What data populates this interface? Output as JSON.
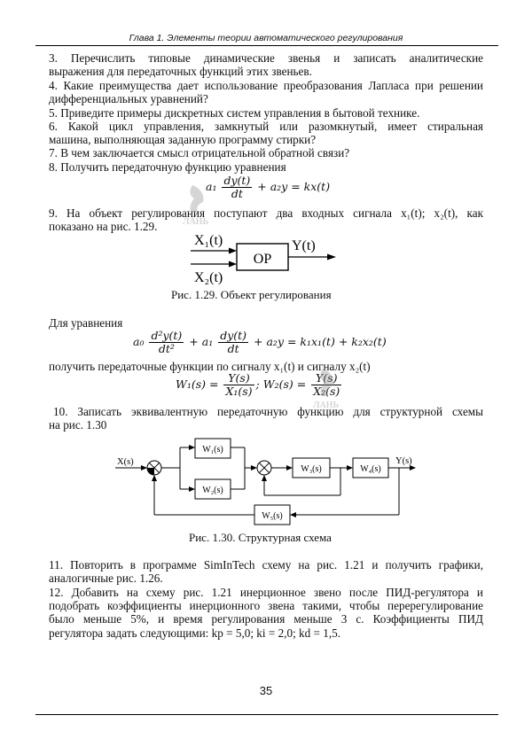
{
  "header": "Глава 1. Элементы теории автоматического регулирования",
  "lines": {
    "l1": "3. Перечислить типовые динамические звенья и записать аналитические",
    "l2": "выражения для передаточных функций этих звеньев.",
    "l3": "4. Какие преимущества дает использование преобразования Лапласа при решении",
    "l4": "дифференциальных уравнений?",
    "l5": "5. Приведите примеры дискретных систем управления в бытовой технике.",
    "l6": "6. Какой цикл управления, замкнутый или разомкнутый, имеет стиральная",
    "l7": "машина, выполняющая заданную программу стирки?",
    "l8": "7. В чем заключается смысл отрицательной обратной связи?",
    "l9": "8. Получить передаточную функцию уравнения",
    "l10": "9. На объект регулирования поступают два входных сигнала x₁(t); x₂(t), как",
    "l11": "показано на рис. 1.29.",
    "l12": "Для уравнения",
    "l13": "получить передаточные функции по сигналу x₁(t) и сигналу x₂(t)",
    "l14": "10. Записать эквивалентную передаточную функцию для структурной схемы",
    "l15": "на рис. 1.30",
    "l16": "11. Повторить в программе SimInTech схему на рис. 1.21 и получить графики,",
    "l17": "аналогичные рис. 1.26.",
    "l18": "12. Добавить на схему рис. 1.21 инерционное звено после ПИД-регулятора и",
    "l19": "подобрать коэффициенты инерционного звена такими, чтобы перерегулирование",
    "l20": "было меньше 5%, и время регулирования меньше 3 с. Коэффициенты ПИД",
    "l21": "регулятора задать следующими: kp = 5,0; ki = 2,0; kd = 1,5."
  },
  "formula1": {
    "a1": "a₁",
    "num": "dy(t)",
    "den": "dt",
    "rest": "+ a₂y = kx(t)"
  },
  "formula2": {
    "a0": "a₀",
    "num0": "d²y(t)",
    "den0": "dt²",
    "a1": "+ a₁",
    "num1": "dy(t)",
    "den1": "dt",
    "rest": "+ a₂y = k₁x₁(t) + k₂x₂(t)"
  },
  "formula3": {
    "w1": "W₁(s) =",
    "num1": "Y(s)",
    "den1": "X₁(s)",
    "sep": ";",
    "w2": "W₂(s) =",
    "num2": "Y(s)",
    "den2": "X₂(s)"
  },
  "fig129": {
    "x1": "X₁(t)",
    "x2": "X₂(t)",
    "block": "OP",
    "y": "Y(t)",
    "caption": "Рис. 1.29. Объект регулирования"
  },
  "fig130": {
    "input": "X(s)",
    "output": "Y(s)",
    "w1": "W₁(s)",
    "w2": "W₂(s)",
    "w3": "W₃(s)",
    "w4": "W₄(s)",
    "w5": "W₅(s)",
    "caption": "Рис. 1.30. Структурная схема"
  },
  "watermark": "ЛАНЬ",
  "page_number": "35"
}
